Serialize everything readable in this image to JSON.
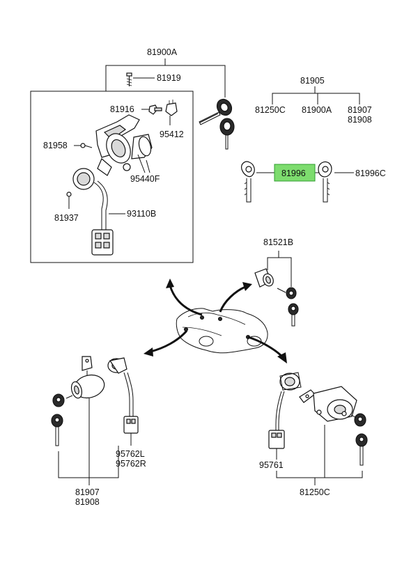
{
  "highlight_color": "#7ddc6e",
  "labels": {
    "p81900A_top": "81900A",
    "p81919": "81919",
    "p81905": "81905",
    "p81250C_top": "81250C",
    "p81900A_sub": "81900A",
    "p81907_top": "81907",
    "p81908_top": "81908",
    "p81916": "81916",
    "p95412": "95412",
    "p81958": "81958",
    "p95440F": "95440F",
    "p81996": "81996",
    "p81996C": "81996C",
    "p81937": "81937",
    "p93110B": "93110B",
    "p81521B": "81521B",
    "p95762L": "95762L",
    "p95762R": "95762R",
    "p81907_bot": "81907",
    "p81908_bot": "81908",
    "p95761": "95761",
    "p81250C_bot": "81250C"
  },
  "icons": [
    "ignition-lock-assembly-icon",
    "key-pair-icon",
    "blank-key-icon",
    "vehicle-outline-icon",
    "door-lock-cylinder-icon",
    "trunk-lock-cylinder-icon",
    "tailgate-lock-cylinder-icon",
    "pointer-arrow-icon"
  ]
}
